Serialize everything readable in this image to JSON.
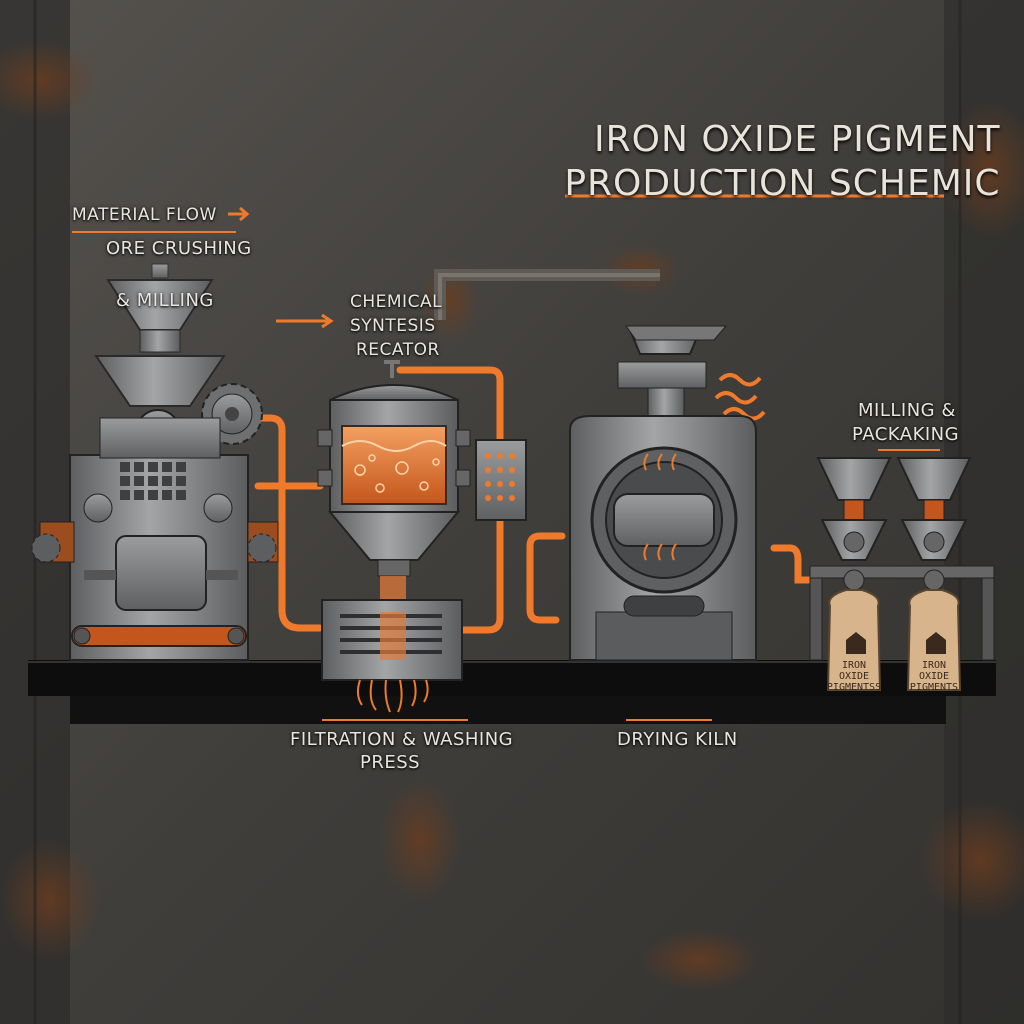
{
  "title": {
    "line1": "IRON OXIDE PIGMENT",
    "line2": "PRODUCTION SCHEMIC"
  },
  "legend": {
    "material_flow": "MATERIAL FLOW"
  },
  "stages": {
    "crushing_line1": "ORE CRUSHING",
    "crushing_line2": "& MILLING",
    "reactor_line1": "CHEMICAL",
    "reactor_line2": "SYNTESIS",
    "reactor_line3": "RECATOR",
    "filtration_line1": "FILTRATION & WASHING",
    "filtration_line2": "PRESS",
    "kiln": "DRYING KILN",
    "packaging_line1": "MILLING &",
    "packaging_line2": "PACKAKING"
  },
  "bags": [
    {
      "line1": "IRON OXIDE",
      "line2": "PIGMENTSS"
    },
    {
      "line1": "IRON OXIDE",
      "line2": "PIGMENTS"
    }
  ],
  "colors": {
    "accent": "#f07a2c",
    "steel": "#8a8c8e",
    "wall": "#4a4845"
  }
}
